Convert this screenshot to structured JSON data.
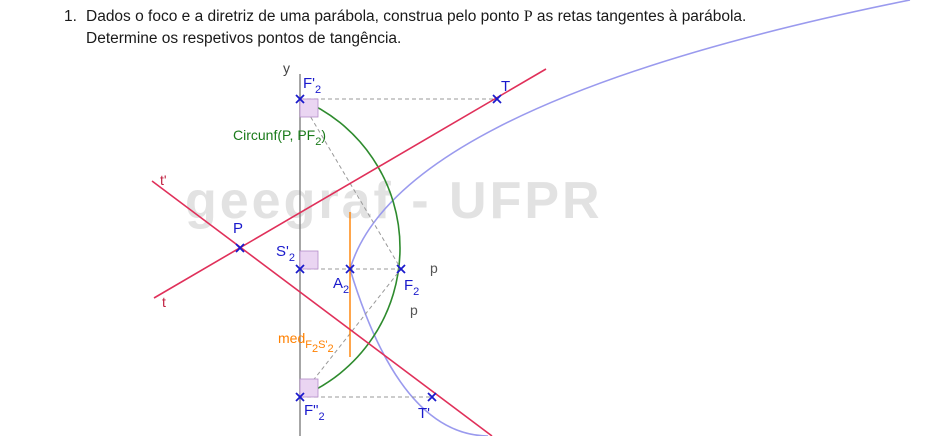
{
  "exercise": {
    "number": "1.",
    "line1_before": "Dados o foco e a diretriz de uma parábola, construa pelo ponto ",
    "point_symbol": "P",
    "line1_after": " as retas tangentes à parábola.",
    "line2": "Determine os respetivos pontos de tangência."
  },
  "watermark": "geegraf - UFPR",
  "labels": {
    "y_axis": "y",
    "F1_main": "F'",
    "F1_sub": "2",
    "T": "T",
    "circle_main": "Circunf(P, PF",
    "circle_sub": "2",
    "circle_close": ")",
    "t_prime": "t'",
    "t": "t",
    "P": "P",
    "S_main": "S'",
    "S_sub": "2",
    "A_main": "A",
    "A_sub": "2",
    "F2_main": "F",
    "F2_sub": "2",
    "p_upper": "p",
    "p_lower": "p",
    "med_main": "med",
    "med_sub": "F",
    "med_sub2": "2",
    "med_sub3": "S'",
    "med_sub4": "2",
    "F3_main": "F\"",
    "F3_sub": "2",
    "T_prime": "T'"
  },
  "colors": {
    "tangent_lines": "#e0305a",
    "circle": "#2e8b2e",
    "parabola": "#9999ee",
    "points": "#1a1acc",
    "mediatrix": "#ff8000",
    "right_angle_fill": "#e8d0f0",
    "directrix": "#888888",
    "dashed": "#999999"
  }
}
